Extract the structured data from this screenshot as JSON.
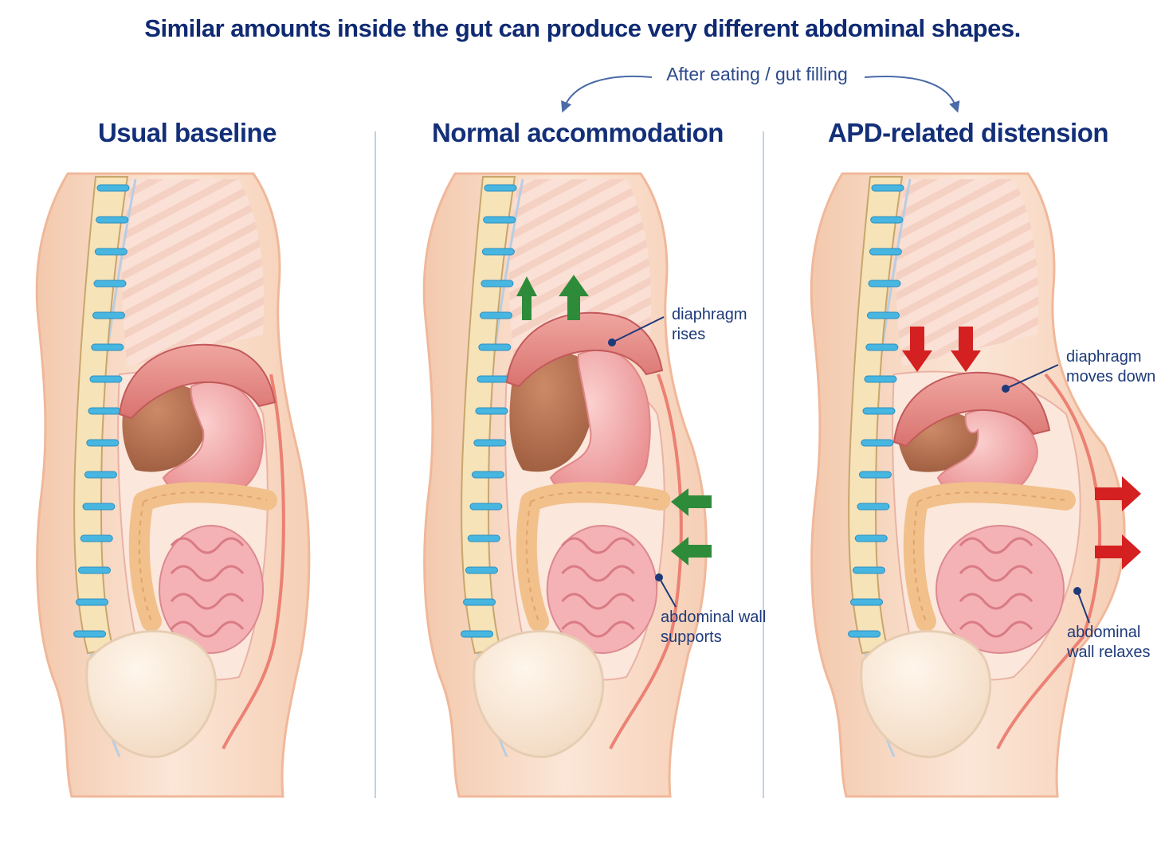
{
  "title": "Similar amounts inside the gut can produce very different abdominal shapes.",
  "transition_label": "After eating / gut filling",
  "panels": [
    {
      "title": "Usual baseline"
    },
    {
      "title": "Normal accommodation",
      "callouts": {
        "diaphragm": "diaphragm\nrises",
        "wall": "abdominal wall\nsupports"
      }
    },
    {
      "title": "APD-related distension",
      "callouts": {
        "diaphragm": "diaphragm\nmoves down",
        "wall": "abdominal\nwall relaxes"
      }
    }
  ],
  "colors": {
    "title": "#0f2a72",
    "green_arrow": "#2e8b3a",
    "red_arrow": "#d42020",
    "skin": "#f7d9c4",
    "vertebra": "#f3e0b0",
    "disc": "#47b6e0",
    "diaphragm": "#e28a86",
    "stomach": "#f2a9a8",
    "liver": "#b5714f",
    "colon": "#f2c08b",
    "small_bowel": "#f4b1b6"
  }
}
